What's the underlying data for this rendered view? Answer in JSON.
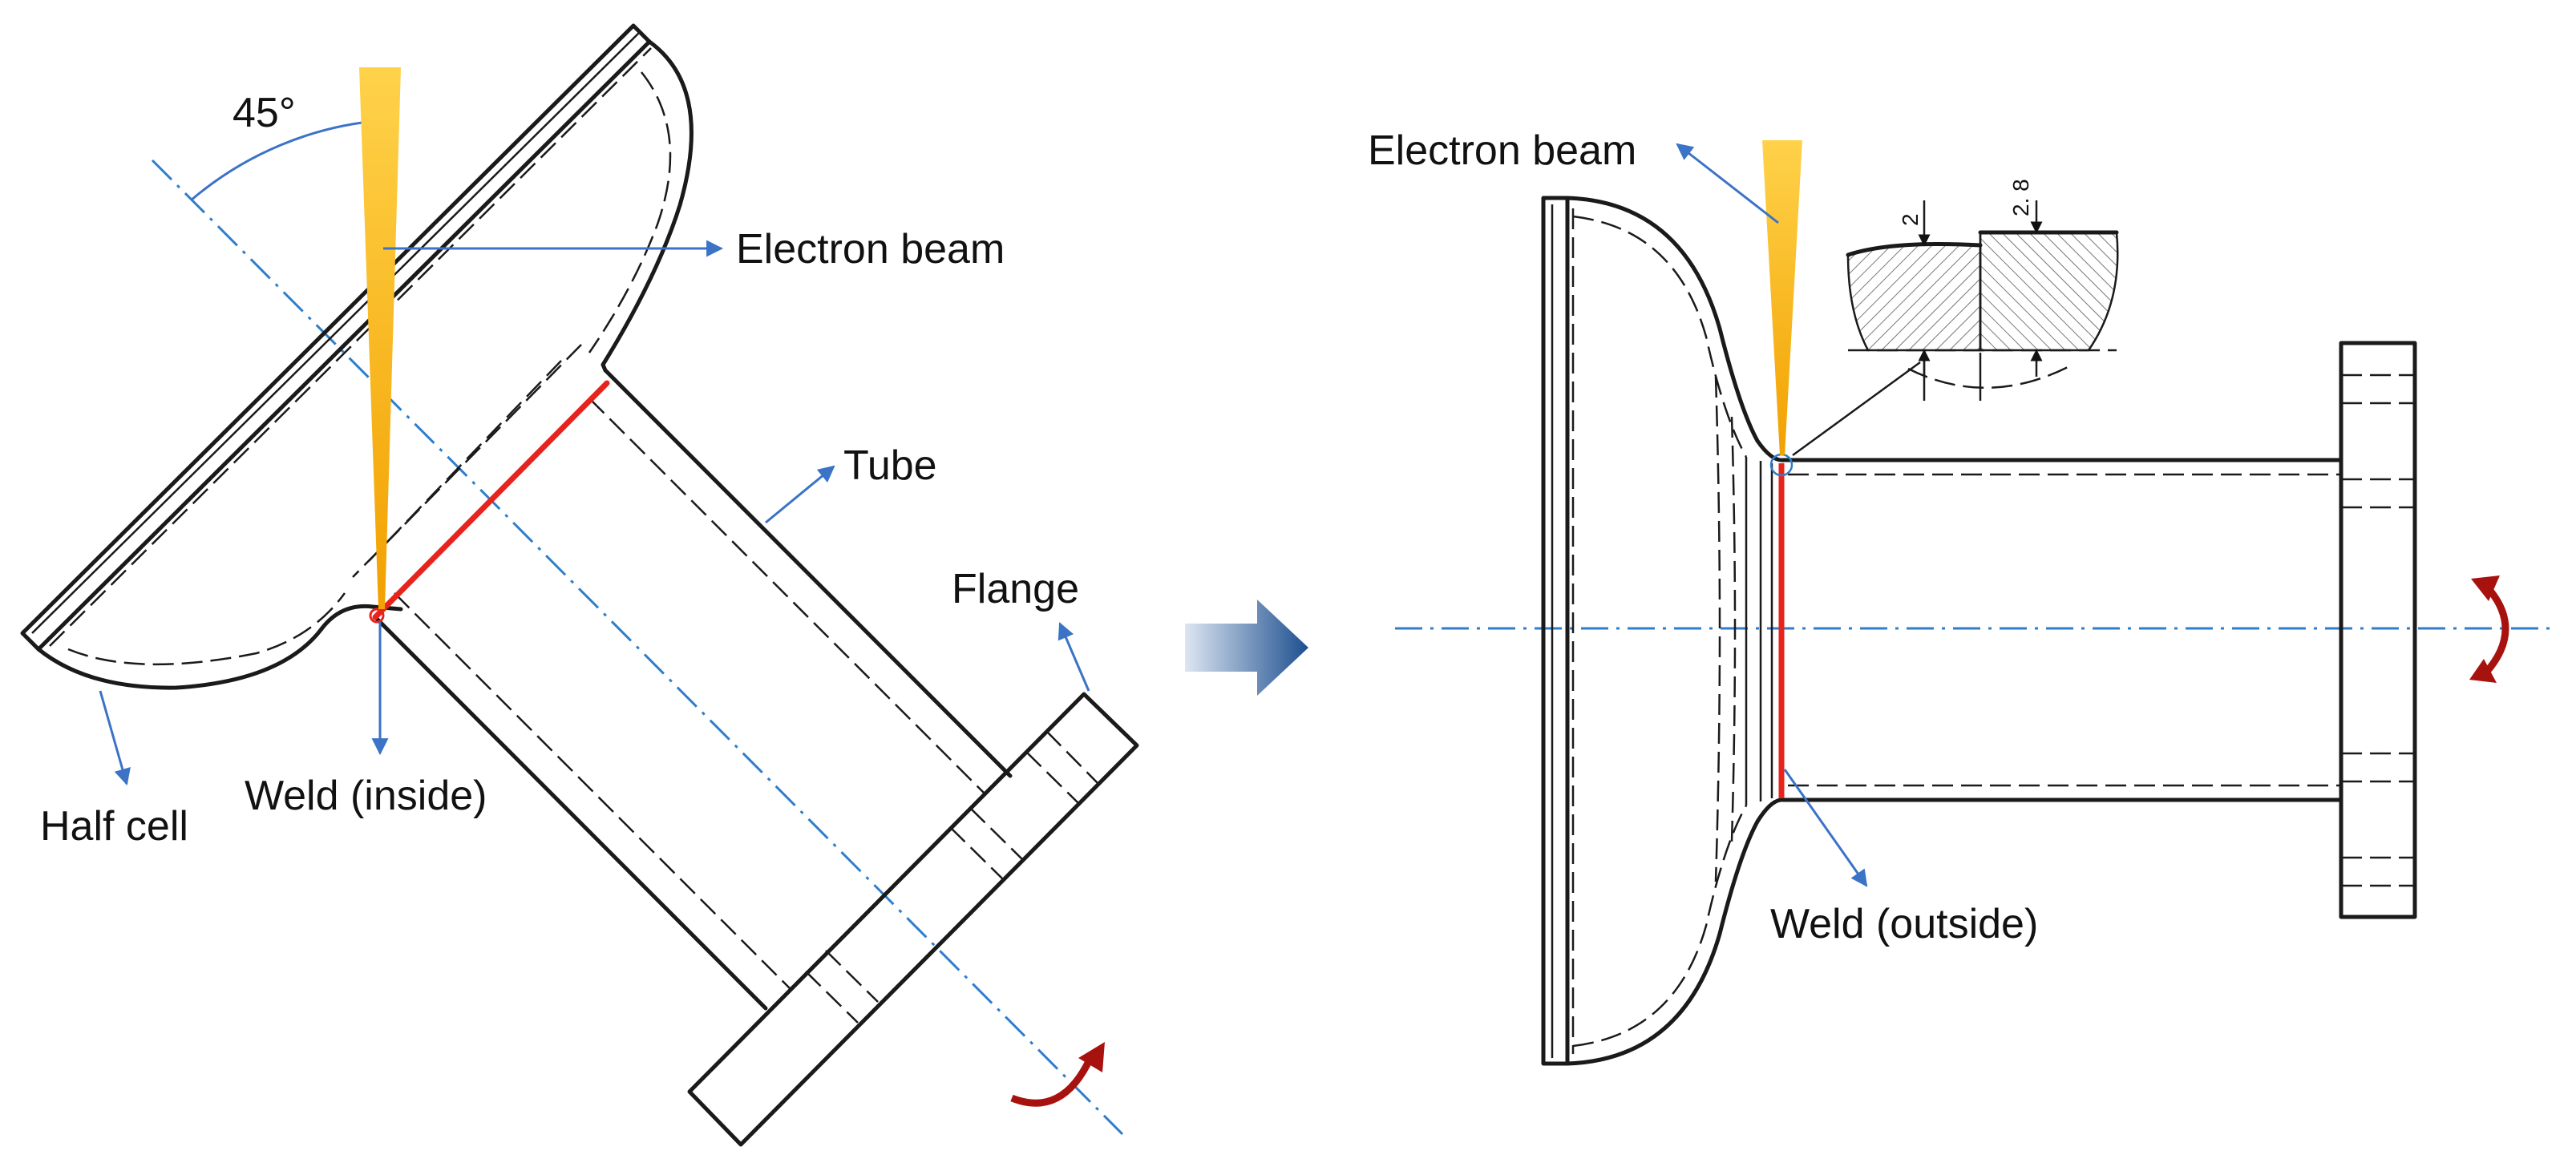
{
  "left_figure": {
    "angle_label": "45°",
    "beam_label": "Electron beam",
    "tube_label": "Tube",
    "flange_label": "Flange",
    "weld_label": "Weld (inside)",
    "half_cell_label": "Half cell"
  },
  "right_figure": {
    "beam_label": "Electron beam",
    "weld_label": "Weld (outside)",
    "detail": {
      "dim_a": "2",
      "dim_b": "2. 8"
    }
  },
  "colors": {
    "weld": "#e8231c",
    "axis": "#2e7ecb",
    "pointer": "#3b73c6",
    "rotation_arrow": "#a8120e",
    "beam_top": "#ffd24a",
    "beam_bottom": "#f2a100",
    "transition_arrow": "#1d4f8f"
  },
  "icons": [
    "rotation-arrow-icon",
    "transition-arrow-icon",
    "electron-beam-icon"
  ]
}
